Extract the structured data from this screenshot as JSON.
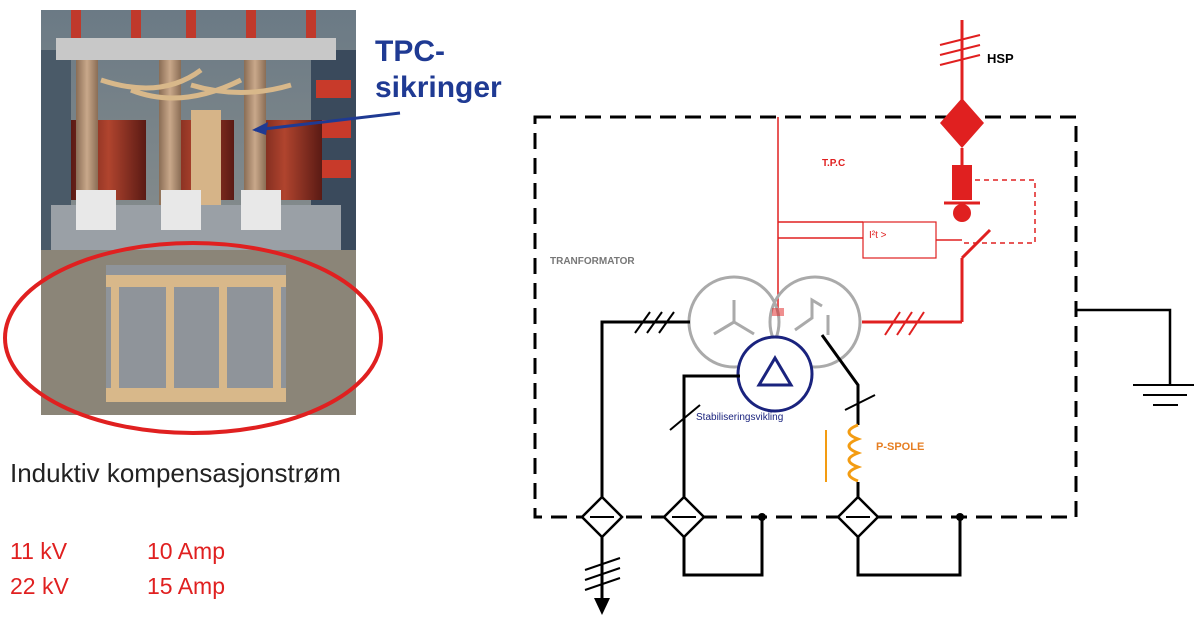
{
  "callout": {
    "line1": "TPC-",
    "line2": "sikringer"
  },
  "caption": "Induktiv kompensasjonstrøm",
  "ratings": [
    {
      "voltage": "11 kV",
      "current": "10 Amp"
    },
    {
      "voltage": "22 kV",
      "current": "15 Amp"
    }
  ],
  "diagram": {
    "hsp": "HSP",
    "tpc": "T.P.C",
    "transformator": "TRANFORMATOR",
    "relay": "I²t >",
    "stabilisering": "Stabiliseringsvikling",
    "pspole": "P-SPOLE"
  },
  "colors": {
    "accent_red": "#e02020",
    "navy": "#1f3a93",
    "orange": "#f39c12"
  }
}
